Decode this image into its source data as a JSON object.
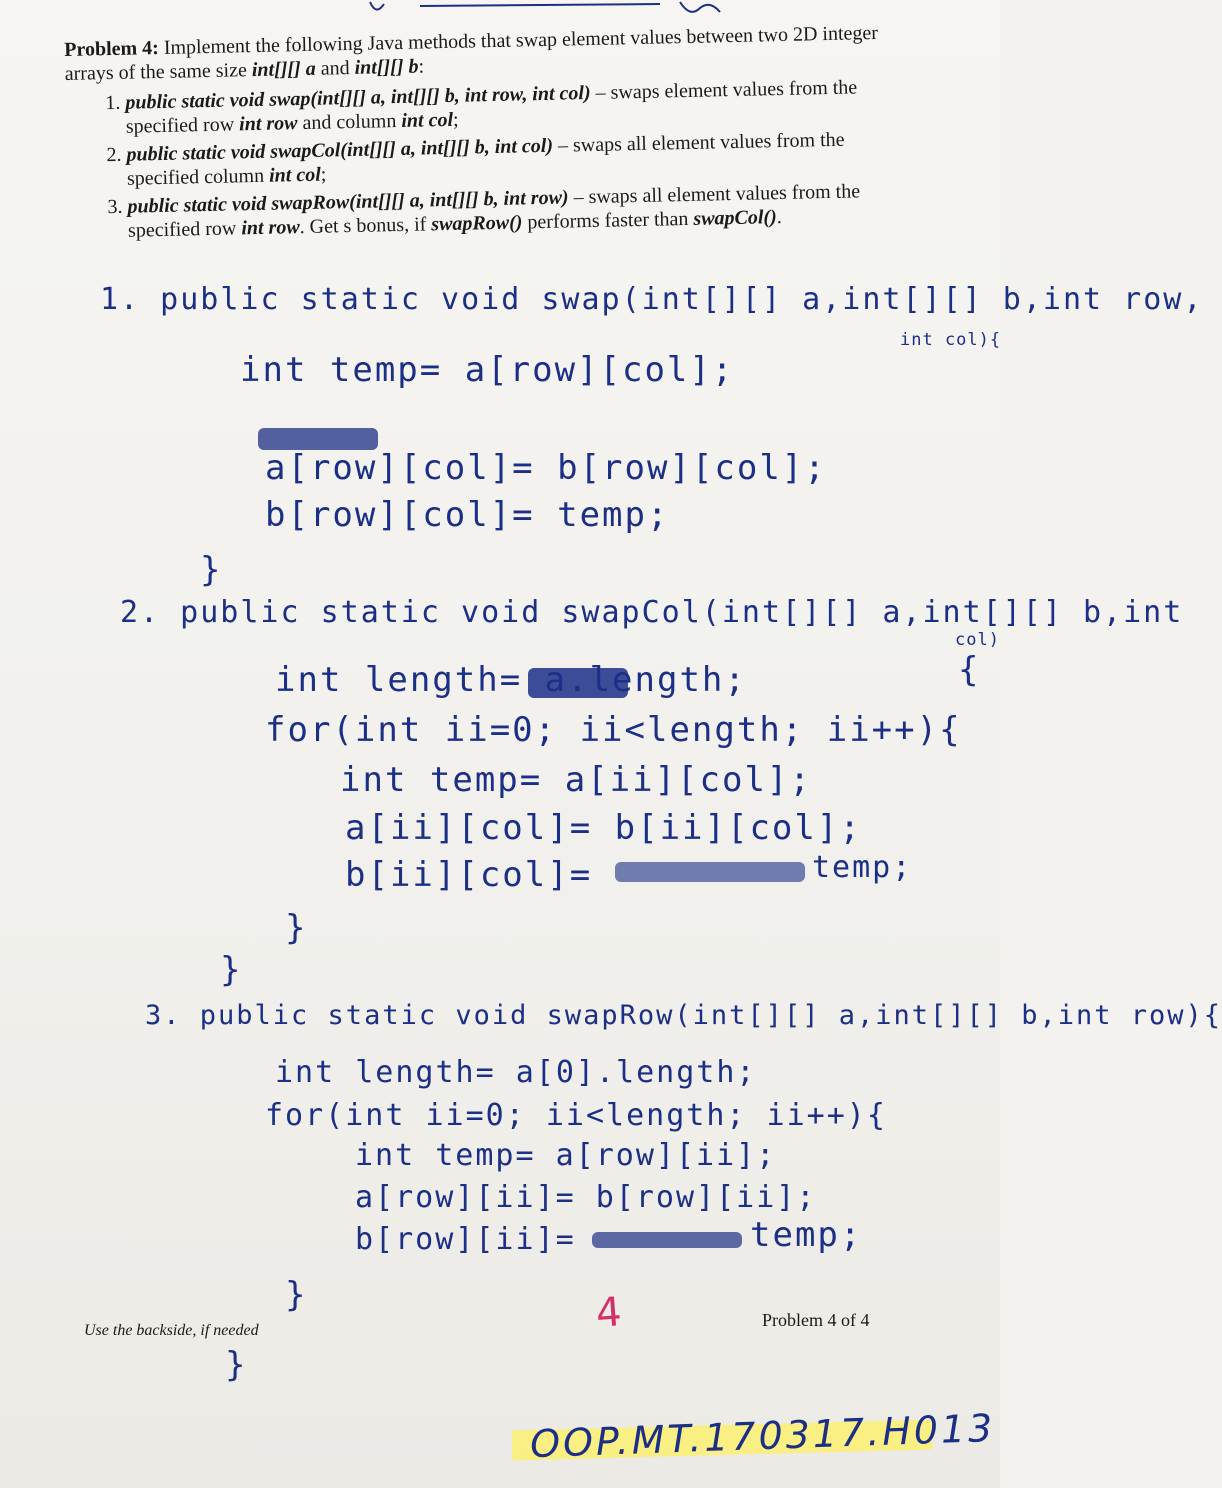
{
  "problem": {
    "heading": "Problem 4:",
    "intro_text": " Implement the following Java methods that swap element values between two 2D integer arrays of the same size ",
    "intro_a": "int[][] a",
    "intro_and": " and ",
    "intro_b": "int[][] b",
    "intro_end": ":",
    "items": [
      {
        "signature": "public static void swap(int[][] a, int[][] b, int row, int col)",
        "desc_1": " – swaps element values from the specified row ",
        "var_1": "int row",
        "desc_2": " and column ",
        "var_2": "int col",
        "desc_3": ";"
      },
      {
        "signature": "public static void swapCol(int[][] a, int[][] b, int col)",
        "desc_1": " – swaps all element values from the specified column ",
        "var_1": "int col",
        "desc_2": ";"
      },
      {
        "signature": "public static void swapRow(int[][] a, int[][] b, int row)",
        "desc_1": " – swaps all element values from the specified row ",
        "var_1": "int row",
        "desc_2": ". Get s bonus, if ",
        "var_2": "swapRow()",
        "desc_3": " performs faster than ",
        "var_3": "swapCol()",
        "desc_4": "."
      }
    ]
  },
  "handwriting": {
    "answer1": {
      "l1": "1. public static void swap(int[][] a,int[][] b,int row,",
      "l1b": "int col){",
      "l2": "int temp= a[row][col];",
      "l3": "a[row][col]= b[row][col];",
      "l4": "b[row][col]= temp;",
      "l5": "}"
    },
    "answer2": {
      "l1": "2. public static void swapCol(int[][] a,int[][] b,int",
      "l1b": "col)",
      "l1c": "{",
      "l2": "int length= a.length;",
      "l3": "for(int ii=0; ii<length; ii++){",
      "l4": "int temp= a[ii][col];",
      "l5": "a[ii][col]= b[ii][col];",
      "l6": "b[ii][col]=",
      "l6b": "temp;",
      "l7": "}",
      "l8": "}"
    },
    "answer3": {
      "l1": "3. public static void swapRow(int[][] a,int[][] b,int row){",
      "l2": "int length= a[0].length;",
      "l3": "for(int ii=0; ii<length; ii++){",
      "l4": "int temp= a[row][ii];",
      "l5": "a[row][ii]= b[row][ii];",
      "l6": "b[row][ii]=",
      "l6b": "temp;",
      "l7": "}",
      "l8": "}"
    },
    "grade": "4",
    "stamp": "OOP.MT.170317.H013"
  },
  "footer": {
    "left": "Use the backside, if needed",
    "right": "Problem 4 of 4"
  },
  "colors": {
    "ink": "#1c2f86",
    "grade_ink": "#d2306a",
    "highlighter": "#fbf070"
  }
}
